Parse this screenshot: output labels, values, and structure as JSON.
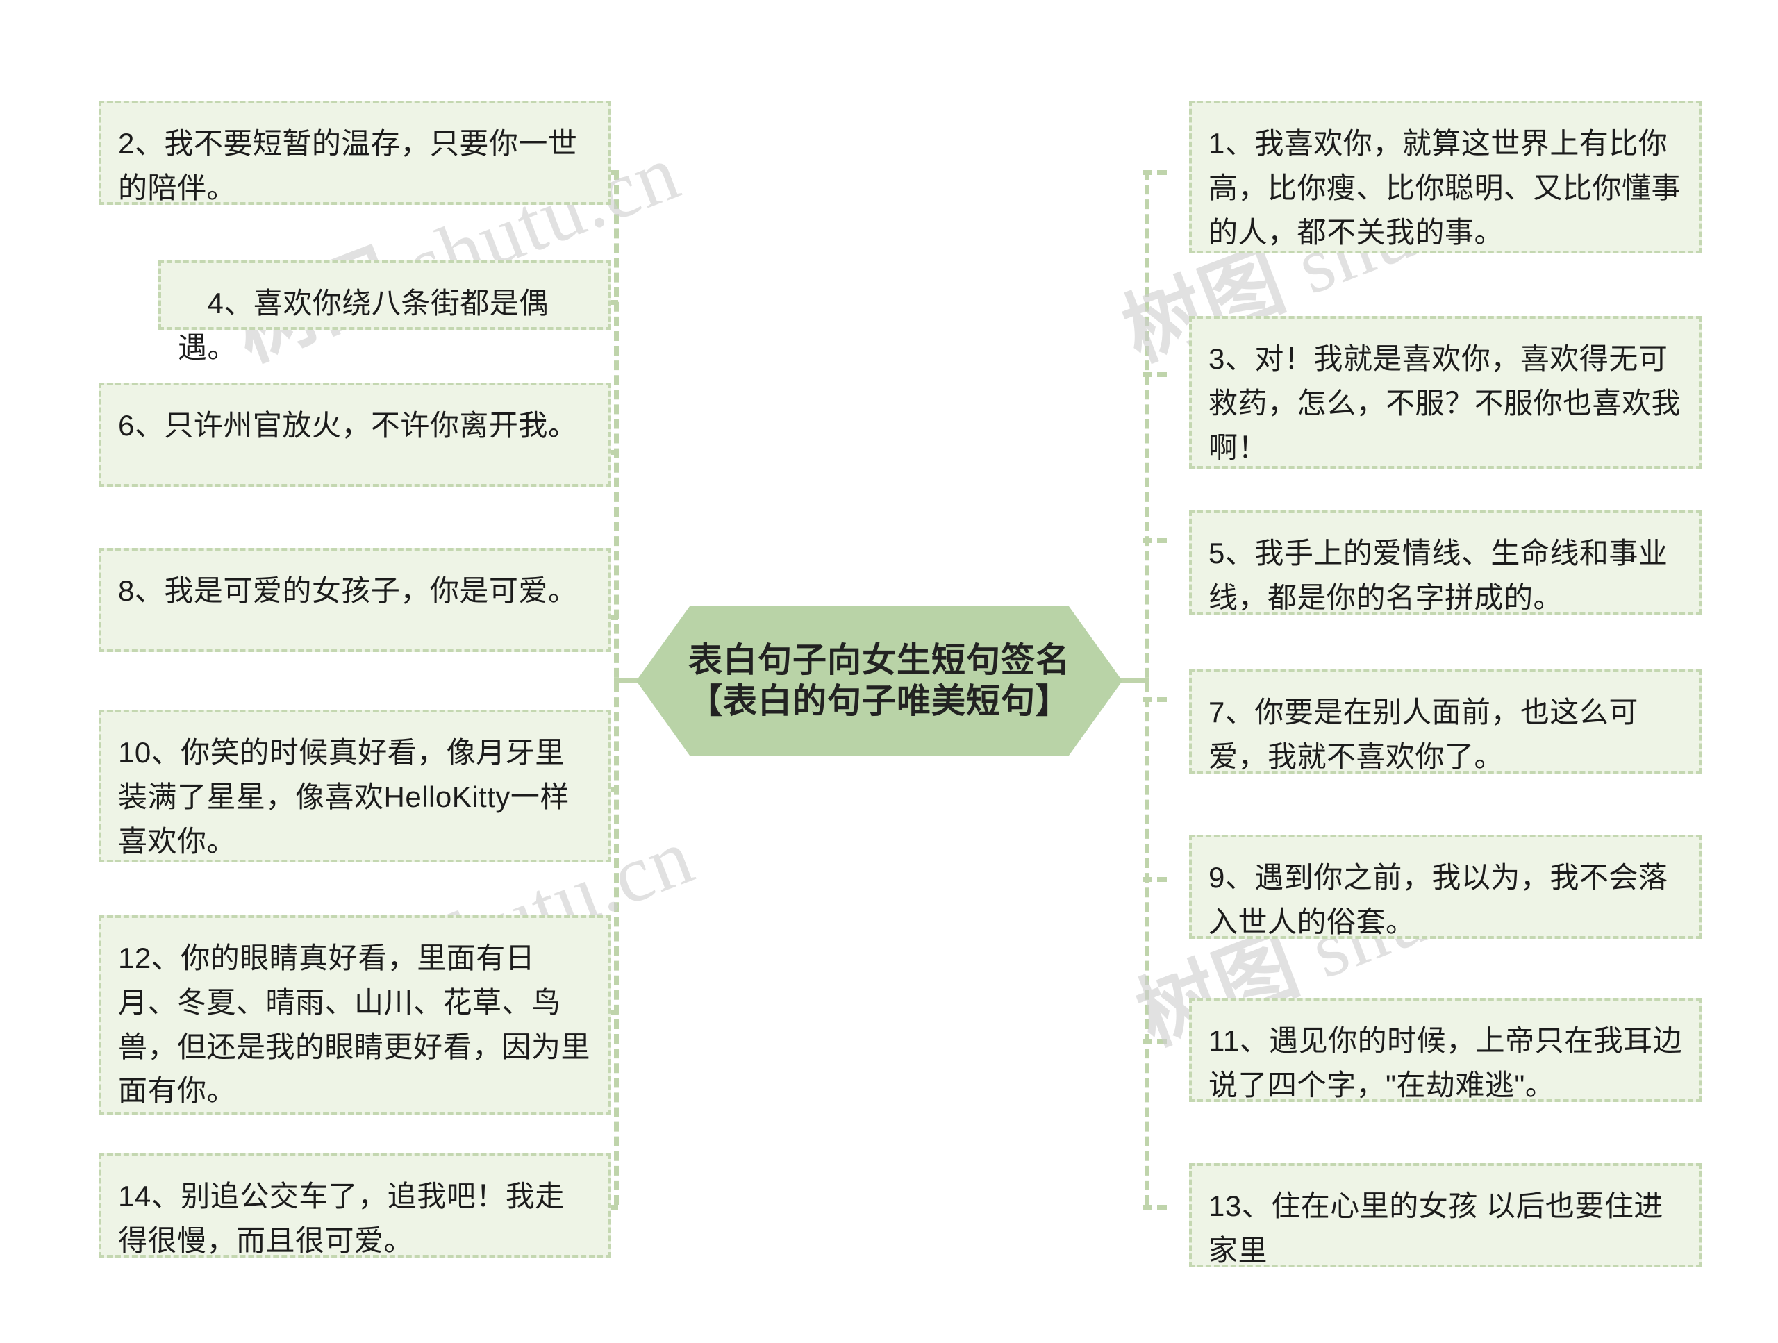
{
  "central": {
    "line1": "表白句子向女生短句签名",
    "line2": "【表白的句子唯美短句】"
  },
  "colors": {
    "central_fill": "#b9d3a7",
    "leaf_fill": "#eef4e6",
    "leaf_border": "#c4d7b1",
    "connector": "#bfd4ab",
    "text": "#1c1c1c",
    "watermark": "#cfcfcf",
    "background": "#ffffff"
  },
  "watermark": {
    "text_cn": "树图",
    "text_en": "shutu.cn"
  },
  "left_branch": {
    "nodes": [
      {
        "id": "node-2",
        "text": "2、我不要短暂的温存，只要你一世的陪伴。"
      },
      {
        "id": "node-4",
        "text": "　4、喜欢你绕八条街都是偶遇。"
      },
      {
        "id": "node-6",
        "text": "6、只许州官放火，不许你离开我。"
      },
      {
        "id": "node-8",
        "text": "8、我是可爱的女孩子，你是可爱。"
      },
      {
        "id": "node-10",
        "text": "10、你笑的时候真好看，像月牙里装满了星星，像喜欢HelloKitty一样喜欢你。"
      },
      {
        "id": "node-12",
        "text": "12、你的眼睛真好看，里面有日月、冬夏、晴雨、山川、花草、鸟兽，但还是我的眼睛更好看，因为里面有你。"
      },
      {
        "id": "node-14",
        "text": "14、别追公交车了，追我吧！我走得很慢，而且很可爱。"
      }
    ]
  },
  "right_branch": {
    "nodes": [
      {
        "id": "node-1",
        "text": "1、我喜欢你，就算这世界上有比你高，比你瘦、比你聪明、又比你懂事的人，都不关我的事。"
      },
      {
        "id": "node-3",
        "text": "3、对！我就是喜欢你，喜欢得无可救药，怎么，不服？不服你也喜欢我啊！"
      },
      {
        "id": "node-5",
        "text": "5、我手上的爱情线、生命线和事业线，都是你的名字拼成的。"
      },
      {
        "id": "node-7",
        "text": "7、你要是在别人面前，也这么可爱，我就不喜欢你了。"
      },
      {
        "id": "node-9",
        "text": "9、遇到你之前，我以为，我不会落入世人的俗套。"
      },
      {
        "id": "node-11",
        "text": "11、遇见你的时候，上帝只在我耳边说了四个字，\"在劫难逃\"。"
      },
      {
        "id": "node-13",
        "text": "13、住在心里的女孩 以后也要住进家里"
      }
    ]
  }
}
